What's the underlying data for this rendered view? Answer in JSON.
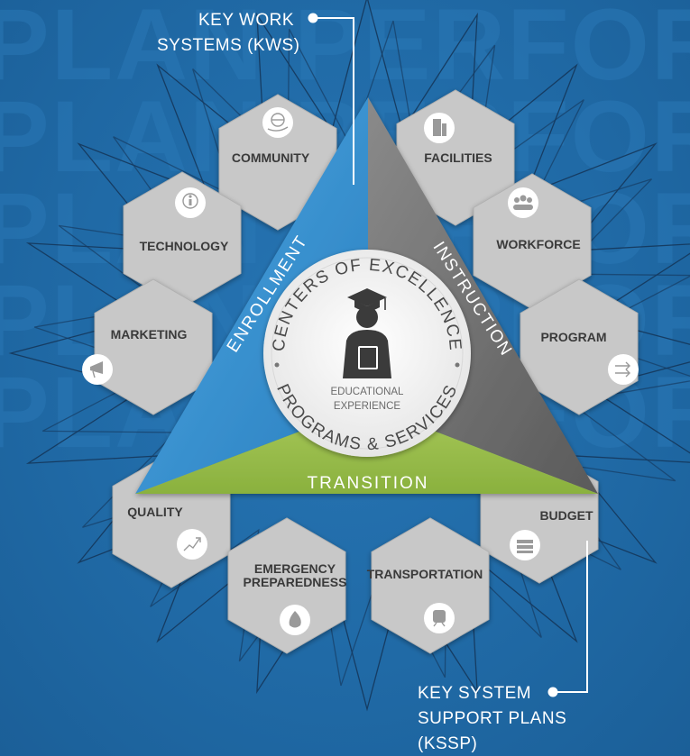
{
  "background_words": [
    "PLAN PERFORMA",
    "PLAN PERFORMA",
    "PLAN PERFORMA",
    "PLAN PERFORMA",
    "PLAN PERFORMA"
  ],
  "callouts": {
    "kws_line1": "KEY WORK",
    "kws_line2": "SYSTEMS (KWS)",
    "kssp_line1": "KEY SYSTEM",
    "kssp_line2": "SUPPORT PLANS",
    "kssp_line3": "(KSSP)"
  },
  "triangle": {
    "left": "ENROLLMENT",
    "right": "INSTRUCTION",
    "bottom": "TRANSITION"
  },
  "center": {
    "top_arc": "CENTERS OF EXCELLENCE",
    "bottom_arc": "PROGRAMS & SERVICES",
    "line1": "EDUCATIONAL",
    "line2": "EXPERIENCE"
  },
  "hexagons": [
    {
      "label": "COMMUNITY",
      "icon": "globe-hand-icon"
    },
    {
      "label": "FACILITIES",
      "icon": "building-icon"
    },
    {
      "label": "TECHNOLOGY",
      "icon": "touch-info-icon"
    },
    {
      "label": "WORKFORCE",
      "icon": "team-icon"
    },
    {
      "label": "MARKETING",
      "icon": "megaphone-icon"
    },
    {
      "label": "PROGRAM",
      "icon": "arrows-icon"
    },
    {
      "label": "QUALITY",
      "icon": "growth-chart-icon"
    },
    {
      "label": "BUDGET",
      "icon": "money-stack-icon"
    },
    {
      "label": "EMERGENCY",
      "label2": "PREPAREDNESS",
      "icon": "fire-icon"
    },
    {
      "label": "TRANSPORTATION",
      "icon": "train-icon"
    }
  ],
  "colors": {
    "background": "#1f6aa5",
    "enrollment": "#3d97d5",
    "instruction": "#6e6e6e",
    "transition": "#95b94a",
    "hexagon": "#c9c9c9",
    "star_lines": "#1a3f66"
  }
}
